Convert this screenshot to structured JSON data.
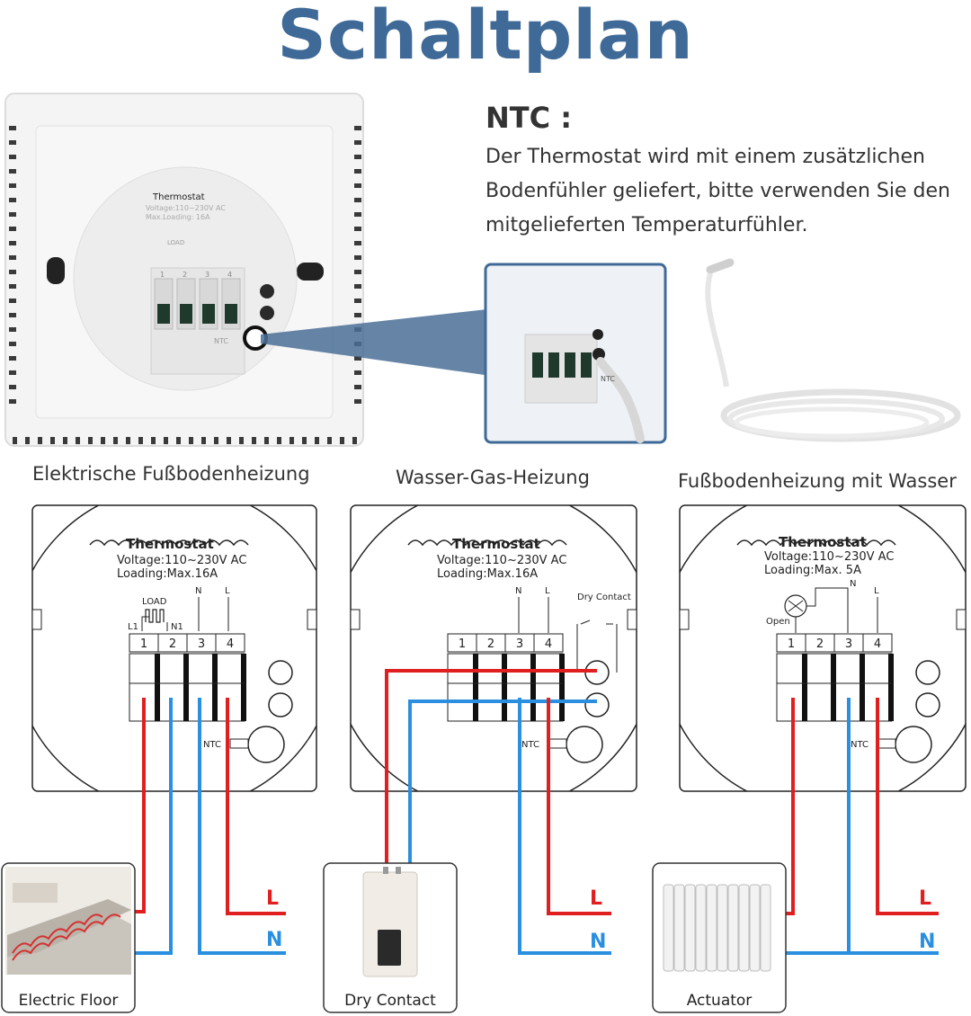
{
  "title": "Schaltplan",
  "ntc": {
    "heading": "NTC :",
    "line1": "Der Thermostat wird mit einem zusätzlichen",
    "line2": "Bodenfühler geliefert, bitte verwenden Sie den",
    "line3": "mitgelieferten Temperaturfühler."
  },
  "photo": {
    "device_label": "Thermostat",
    "voltage": "Voltage:110~230V AC",
    "loading": "Max.Loading: 16A",
    "load": "LOAD",
    "ntc": "NTC",
    "terminals": [
      "1",
      "2",
      "3",
      "4"
    ]
  },
  "diagrams": [
    {
      "section_title": "Elektrische Fußbodenheizung",
      "panel_title": "Thermostat",
      "voltage": "Voltage:110~230V AC",
      "loading": "Loading:Max.16A",
      "load_label": "LOAD",
      "l1": "L1",
      "n1": "N1",
      "n": "N",
      "l": "L",
      "terminals": [
        "1",
        "2",
        "3",
        "4"
      ],
      "ntc": "NTC",
      "caption": "Electric Floor",
      "line_l": "L",
      "line_n": "N"
    },
    {
      "section_title": "Wasser-Gas-Heizung",
      "panel_title": "Thermostat",
      "voltage": "Voltage:110~230V AC",
      "loading": "Loading:Max.16A",
      "dry_contact": "Dry Contact",
      "n": "N",
      "l": "L",
      "terminals": [
        "1",
        "2",
        "3",
        "4"
      ],
      "ntc": "NTC",
      "caption": "Dry Contact",
      "line_l": "L",
      "line_n": "N"
    },
    {
      "section_title": "Fußbodenheizung mit Wasser",
      "panel_title": "Thermostat",
      "voltage": "Voltage:110~230V AC",
      "loading": "Loading:Max. 5A",
      "open": "Open",
      "n": "N",
      "l": "L",
      "terminals": [
        "1",
        "2",
        "3",
        "4"
      ],
      "ntc": "NTC",
      "caption": "Actuator",
      "line_l": "L",
      "line_n": "N"
    }
  ],
  "colors": {
    "title": "#3f6a97",
    "live": "#e02020",
    "neutral": "#2b8fe0"
  }
}
